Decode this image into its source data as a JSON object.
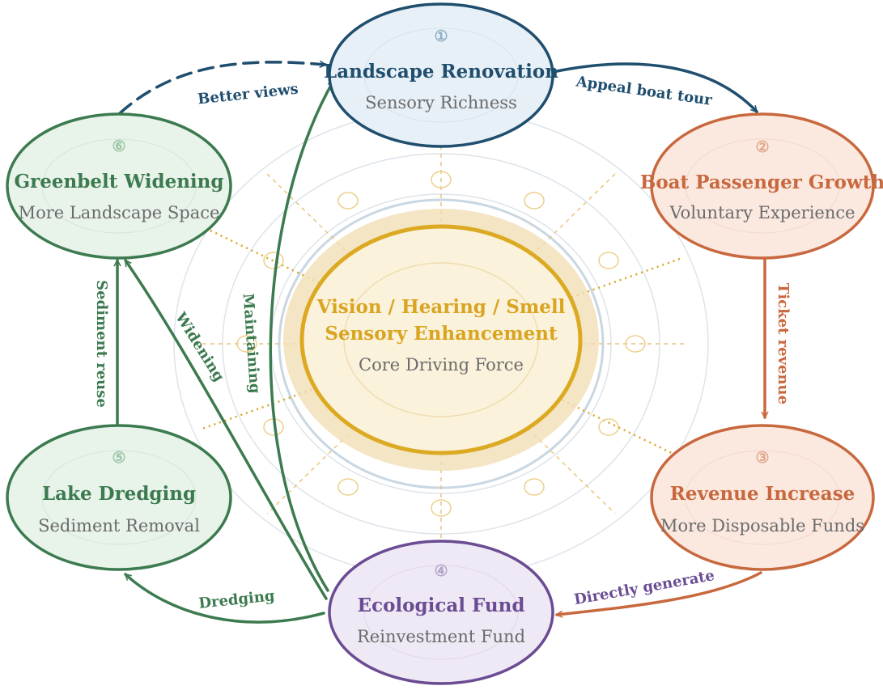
{
  "center": {
    "line1": "Vision / Hearing / Smell",
    "line2": "Sensory Enhancement",
    "subtitle": "Core Driving Force"
  },
  "nodes": {
    "landscape": {
      "number": "①",
      "title": "Landscape Renovation",
      "subtitle": "Sensory Richness"
    },
    "boat": {
      "number": "②",
      "title": "Boat Passenger Growth",
      "subtitle": "Voluntary Experience"
    },
    "revenue": {
      "number": "③",
      "title": "Revenue Increase",
      "subtitle": "More Disposable Funds"
    },
    "fund": {
      "number": "④",
      "title": "Ecological Fund",
      "subtitle": "Reinvestment Fund"
    },
    "dredging": {
      "number": "⑤",
      "title": "Lake Dredging",
      "subtitle": "Sediment Removal"
    },
    "greenbelt": {
      "number": "⑥",
      "title": "Greenbelt Widening",
      "subtitle": "More Landscape Space"
    }
  },
  "edges": {
    "appeal": "Appeal boat tour",
    "ticket": "Ticket revenue",
    "generate": "Directly generate",
    "dredging": "Dredging",
    "sediment": "Sediment reuse",
    "widening": "Widening",
    "maintaining": "Maintaining",
    "views": "Better views"
  },
  "colors": {
    "blue": "#1f4e6e",
    "orange": "#c8683e",
    "purple": "#6a4c93",
    "green": "#3c7a4f",
    "gold": "#d9a520"
  }
}
